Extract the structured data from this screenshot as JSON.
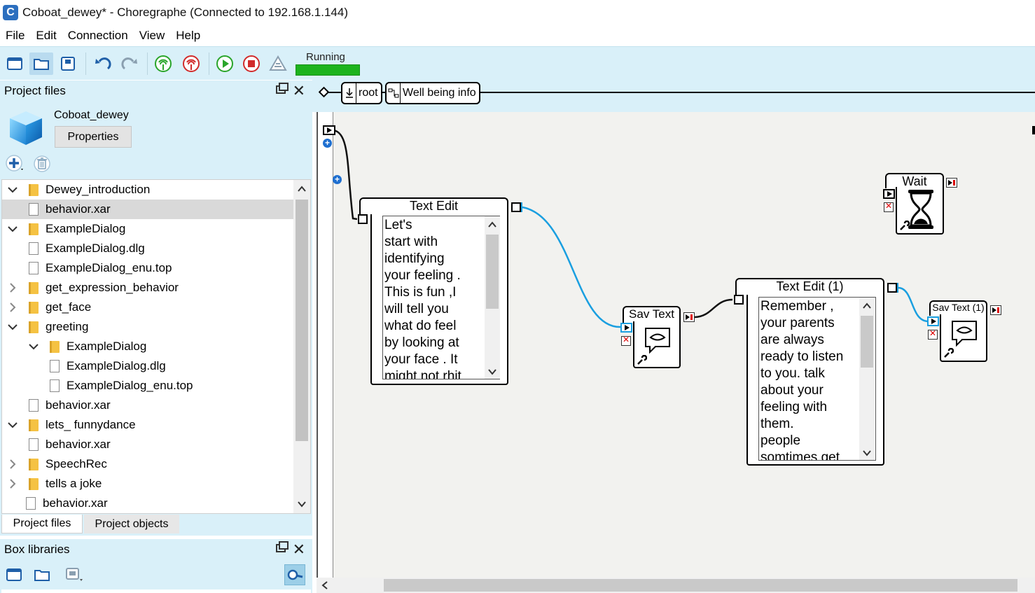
{
  "window": {
    "title": "Coboat_dewey* - Choregraphe (Connected to 192.168.1.144)",
    "app_icon": "C"
  },
  "menu": [
    "File",
    "Edit",
    "Connection",
    "View",
    "Help"
  ],
  "toolbar": {
    "buttons": [
      "new-project-icon",
      "open-project-icon",
      "save-project-icon",
      "undo-icon",
      "redo-icon",
      "connect-icon",
      "disconnect-icon",
      "play-icon",
      "stop-icon",
      "debug-icon"
    ],
    "run_status": "Running",
    "run_status_color": "#1db31d"
  },
  "project_files": {
    "header": "Project files",
    "project_name": "Coboat_dewey",
    "properties_label": "Properties",
    "tree": [
      {
        "label": "Dewey_introduction",
        "type": "folder",
        "level": 0,
        "expanded": true
      },
      {
        "label": "behavior.xar",
        "type": "file",
        "level": 1,
        "selected": true
      },
      {
        "label": "ExampleDialog",
        "type": "folder",
        "level": 0,
        "expanded": true
      },
      {
        "label": "ExampleDialog.dlg",
        "type": "file",
        "level": 1
      },
      {
        "label": "ExampleDialog_enu.top",
        "type": "file",
        "level": 1
      },
      {
        "label": "get_expression_behavior",
        "type": "folder",
        "level": 0,
        "expanded": false
      },
      {
        "label": "get_face",
        "type": "folder",
        "level": 0,
        "expanded": false
      },
      {
        "label": "greeting",
        "type": "folder",
        "level": 0,
        "expanded": true
      },
      {
        "label": "ExampleDialog",
        "type": "folder",
        "level": 1,
        "expanded": true
      },
      {
        "label": "ExampleDialog.dlg",
        "type": "file",
        "level": 2
      },
      {
        "label": "ExampleDialog_enu.top",
        "type": "file",
        "level": 2
      },
      {
        "label": "behavior.xar",
        "type": "file",
        "level": 1
      },
      {
        "label": "lets_ funnydance",
        "type": "folder",
        "level": 0,
        "expanded": true
      },
      {
        "label": "behavior.xar",
        "type": "file",
        "level": 1
      },
      {
        "label": "SpeechRec",
        "type": "folder",
        "level": 0,
        "expanded": false
      },
      {
        "label": "tells a joke",
        "type": "folder",
        "level": 0,
        "expanded": false
      },
      {
        "label": "behavior.xar",
        "type": "file",
        "level": 0,
        "root_file": true
      }
    ]
  },
  "bottom_tabs": [
    {
      "label": "Project files",
      "active": true
    },
    {
      "label": "Project objects",
      "active": false
    }
  ],
  "box_libraries": {
    "header": "Box libraries"
  },
  "breadcrumb": [
    "root",
    "Well being info"
  ],
  "canvas": {
    "boxes": {
      "text_edit_1": {
        "title": "Text Edit",
        "text": "Let's\nstart with\nidentifying\nyour feeling .\nThis is fun ,I\nwill tell you\nwhat do feel\nby looking at\nyour face . It\nmight not rhit"
      },
      "sav_text_1": {
        "title": "Sav Text"
      },
      "text_edit_2": {
        "title": "Text Edit (1)",
        "text": "Remember ,\nyour parents\nare always\nready to listen\nto you.  talk\nabout your\nfeeling with\nthem.\npeople\nsomtimes get"
      },
      "sav_text_2": {
        "title": "Sav Text (1)"
      },
      "wait": {
        "title": "Wait"
      }
    },
    "wire_color": "#1a9fe0"
  }
}
